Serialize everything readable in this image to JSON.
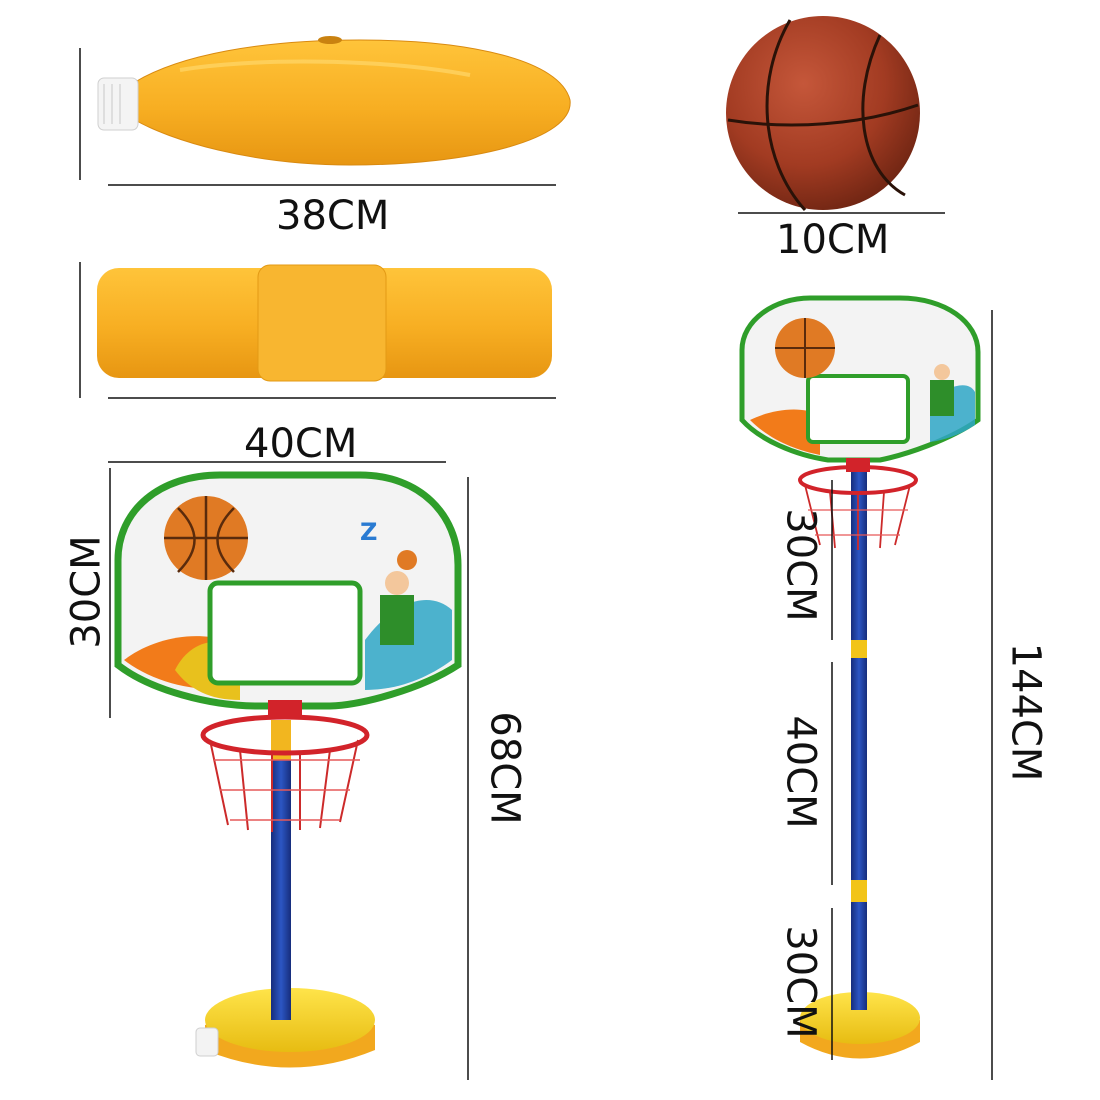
{
  "dimensions": {
    "base_width": "38CM",
    "ball_diameter": "10CM",
    "tube_length": "40CM",
    "backboard_width": "40CM",
    "backboard_height": "30CM",
    "short_stand_height": "68CM",
    "tall_top": "30CM",
    "tall_middle": "40CM",
    "tall_bottom": "30CM",
    "tall_total": "144CM"
  },
  "colors": {
    "orange_plastic": "#F7B22A",
    "pole_blue": "#1F3E9C",
    "ball": "#A63A1F",
    "board_green": "#2F9E2A",
    "rim_red": "#D2232A"
  }
}
